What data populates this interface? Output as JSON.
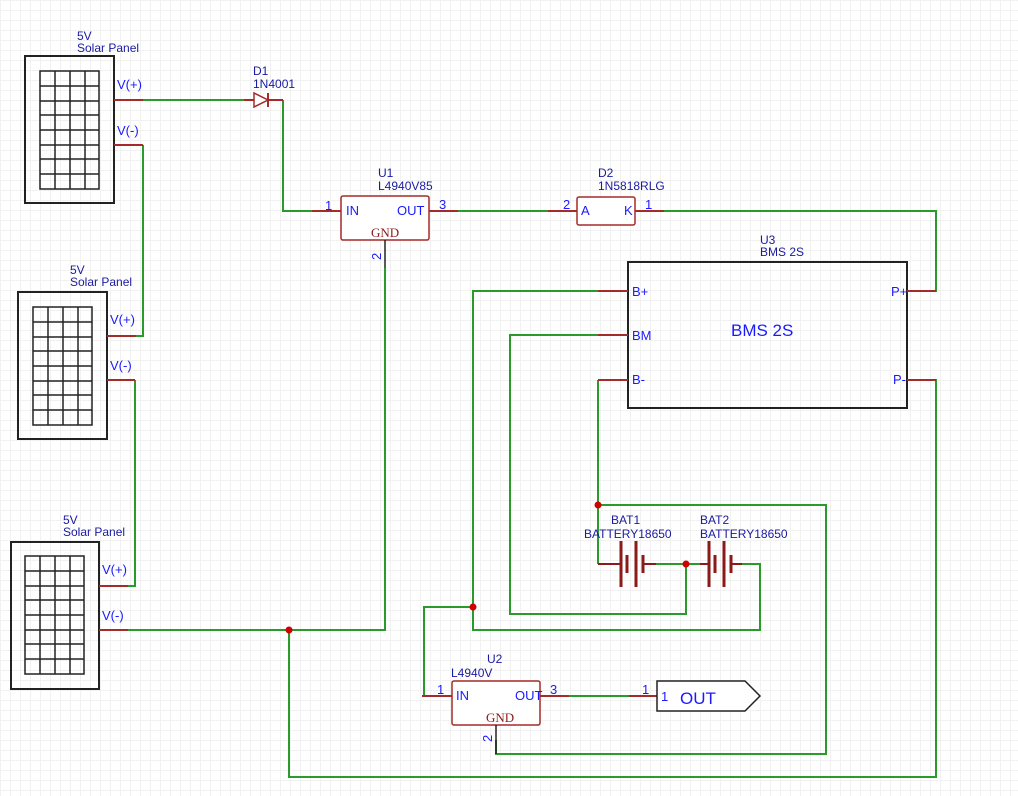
{
  "schematic": {
    "panels": [
      {
        "ref": "5V",
        "value": "Solar Panel",
        "pin_pos": "V(+)",
        "pin_neg": "V(-)"
      },
      {
        "ref": "5V",
        "value": "Solar Panel",
        "pin_pos": "V(+)",
        "pin_neg": "V(-)"
      },
      {
        "ref": "5V",
        "value": "Solar Panel",
        "pin_pos": "V(+)",
        "pin_neg": "V(-)"
      }
    ],
    "d1": {
      "ref": "D1",
      "value": "1N4001"
    },
    "u1": {
      "ref": "U1",
      "value": "L4940V85",
      "pin_in": "IN",
      "pin_out": "OUT",
      "pin_gnd": "GND",
      "num_in": "1",
      "num_out": "3",
      "num_gnd": "2"
    },
    "d2": {
      "ref": "D2",
      "value": "1N5818RLG",
      "pin_a": "A",
      "pin_k": "K",
      "num_a": "2",
      "num_k": "1"
    },
    "u3": {
      "ref": "U3",
      "value": "BMS 2S",
      "title": "BMS 2S",
      "pins": {
        "bplus": "B+",
        "bm": "BM",
        "bminus": "B-",
        "pplus": "P+",
        "pminus": "P-"
      }
    },
    "bat1": {
      "ref": "BAT1",
      "value": "BATTERY18650"
    },
    "bat2": {
      "ref": "BAT2",
      "value": "BATTERY18650"
    },
    "u2": {
      "ref": "U2",
      "value": "L4940V",
      "pin_in": "IN",
      "pin_out": "OUT",
      "pin_gnd": "GND",
      "num_in": "1",
      "num_out": "3",
      "num_gnd": "2"
    },
    "out_port": {
      "label": "OUT",
      "num": "1",
      "pin_num": "1"
    },
    "colors": {
      "wire": "#2a9a2a",
      "lead": "#a52a2a",
      "junction": "#d00000",
      "label": "#1a1aff"
    }
  }
}
